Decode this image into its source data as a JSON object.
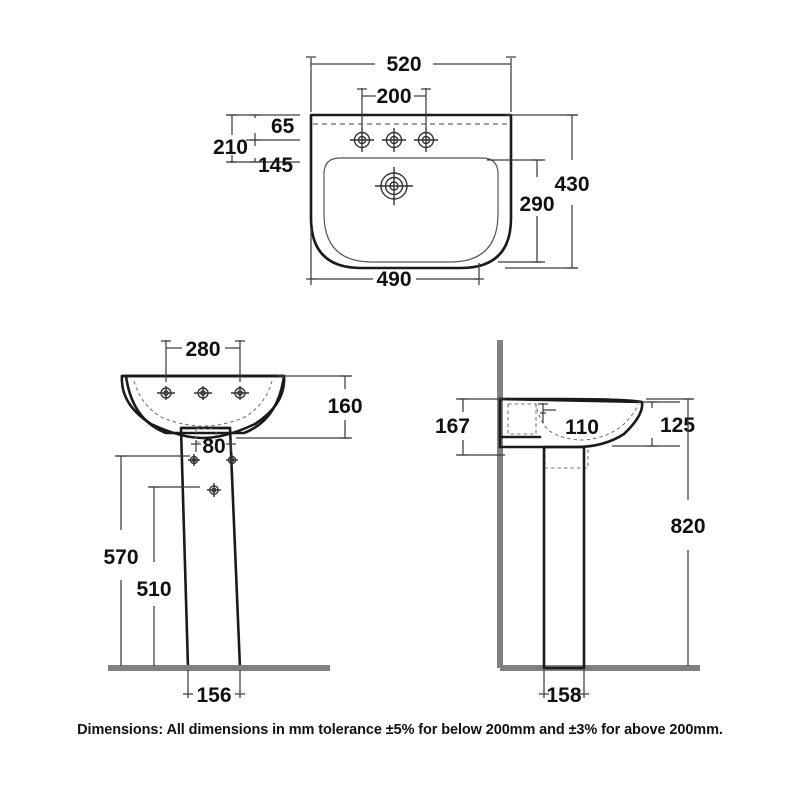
{
  "document": {
    "type": "technical-drawing",
    "subject": "Basin and pedestal dimensional drawing",
    "units": "mm",
    "caption": "Dimensions: All dimensions in mm tolerance ±5% for below 200mm and ±3% for above 200mm.",
    "line_color": "#1a1a1a",
    "dimension_color": "#444444",
    "floor_color": "#808080",
    "background": "#ffffff"
  },
  "views": {
    "top": {
      "name": "Top / plan view of basin",
      "dimensions": {
        "overall_width": "520",
        "tap_hole_spacing": "200",
        "front_width": "490",
        "overall_depth": "430",
        "bowl_depth": "290",
        "back_to_bowl": "210",
        "back_to_tap_holes": "65",
        "tap_holes_to_bowl": "145"
      }
    },
    "front": {
      "name": "Front elevation of basin and pedestal",
      "dimensions": {
        "tap_hole_spacing": "280",
        "basin_height": "160",
        "waste_width": "80",
        "fixing_height_upper": "570",
        "fixing_height_lower": "510",
        "pedestal_base_width": "156"
      }
    },
    "side": {
      "name": "Side elevation of basin and pedestal",
      "dimensions": {
        "wall_to_bowl": "167",
        "bowl_projection": "110",
        "front_overhang": "125",
        "overall_height": "820",
        "pedestal_base_depth": "158"
      }
    }
  }
}
